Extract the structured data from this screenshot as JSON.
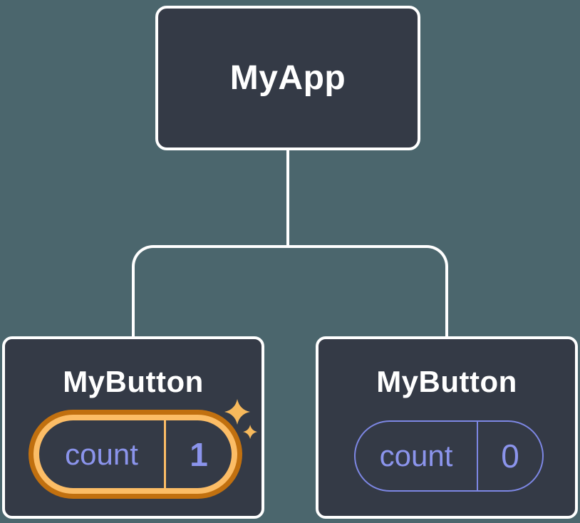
{
  "colors": {
    "bg": "#4B666D",
    "node_fill": "#343A46",
    "node_border": "#FFFFFF",
    "connector": "#FFFFFF",
    "title_text": "#FFFFFF",
    "state_text": "#8B94EC",
    "state_outline": "#7D87E4",
    "highlight_inner": "#FCBD66",
    "highlight_outer": "#C1700F",
    "sparkle": "#F7B95C"
  },
  "diagram": {
    "type": "component-tree",
    "root": {
      "label": "MyApp"
    },
    "children": [
      {
        "label": "MyButton",
        "highlighted": true,
        "state": {
          "name": "count",
          "value": "1"
        }
      },
      {
        "label": "MyButton",
        "highlighted": false,
        "state": {
          "name": "count",
          "value": "0"
        }
      }
    ]
  }
}
